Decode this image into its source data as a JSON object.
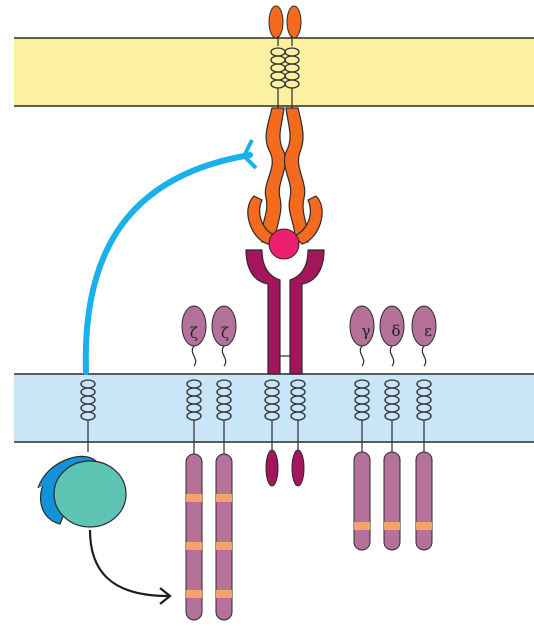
{
  "labels": {
    "zeta_1": "ζ",
    "zeta_2": "ζ",
    "gamma": "γ",
    "delta": "δ",
    "epsilon": "ε"
  },
  "colors": {
    "apc_membrane": "#fbf1a1",
    "t_cell_membrane": "#c8e6f7",
    "membrane_edge": "#2b2b2b",
    "mhc": "#f46a1f",
    "peptide": "#ec1e6e",
    "tcr": "#a3165c",
    "cd3_chain": "#b4729a",
    "itam": "#f6a26b",
    "co_receptor": "#1ab0ea",
    "kinase": "#5ec4b4",
    "kinase_cap": "#1192d9",
    "arrow": "#1f1f1f"
  },
  "icons": [
    "mhc-molecule",
    "peptide-antigen",
    "tcr-heterodimer",
    "co-receptor-cd4",
    "lck-kinase",
    "phosphorylation-arrow"
  ]
}
